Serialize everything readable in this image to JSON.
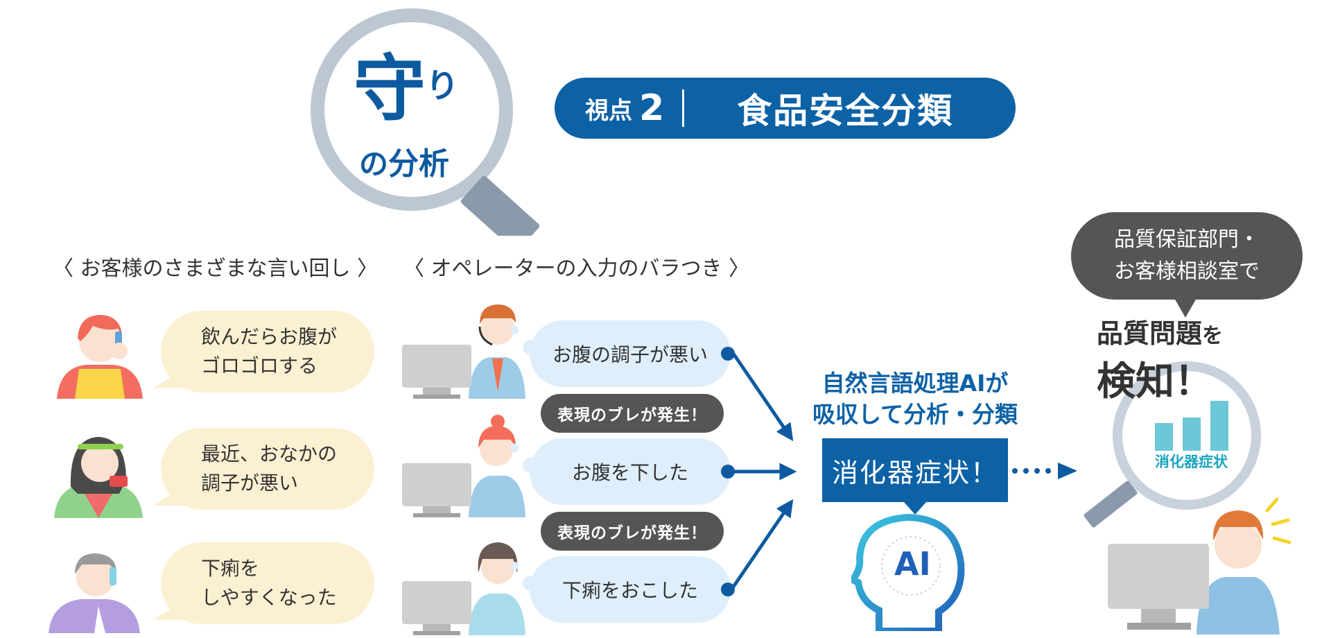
{
  "header": {
    "magnifier": {
      "title": "守",
      "title_small": "り",
      "subtitle_prefix": "の",
      "subtitle_main": "分析"
    },
    "pill": {
      "prefix": "視点",
      "number": "2",
      "title": "食品安全分類"
    }
  },
  "sections": {
    "customers": {
      "title": "〈 お客様のさまざまな言い回し 〉"
    },
    "operators": {
      "title": "〈 オペレーターの入力のバラつき 〉"
    }
  },
  "customers": [
    {
      "line1": "飲んだらお腹が",
      "line2": "ゴロゴロする"
    },
    {
      "line1": "最近、おなかの",
      "line2": "調子が悪い"
    },
    {
      "line1": "下痢を",
      "line2": "しやすくなった"
    }
  ],
  "operators": [
    {
      "text": "お腹の調子が悪い"
    },
    {
      "text": "お腹を下した"
    },
    {
      "text": "下痢をおこした"
    }
  ],
  "warnings": [
    {
      "text": "表現のブレが発生！"
    },
    {
      "text": "表現のブレが発生！"
    }
  ],
  "ai": {
    "line1": "自然言語処理AIが",
    "line2": "吸収して分析・分類",
    "result": "消化器症状！",
    "head_label": "AI"
  },
  "detection": {
    "dept_line1": "品質保証部門・",
    "dept_line2": "お客様相談室で",
    "result_main": "品質問題",
    "result_particle": "を",
    "result_line2": "検知！",
    "mini_chart_label": "消化器症状",
    "mini_chart": {
      "type": "bar",
      "values": [
        2,
        2.4,
        3.6
      ]
    }
  },
  "colors": {
    "primary": "#0d62a6",
    "dark_gray": "#555555",
    "customer_bubble": "#fcf0d2",
    "operator_bubble": "#dfeefb",
    "chart_bar": "#6cc7d6"
  }
}
